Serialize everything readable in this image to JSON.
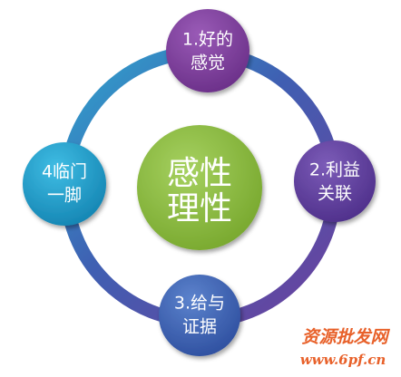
{
  "diagram": {
    "center": {
      "line1": "感性",
      "line2": "理性",
      "color": "#8DBB3E"
    },
    "nodes": [
      {
        "line1": "1.好的",
        "line2": "感觉",
        "color": "#7A3E97"
      },
      {
        "line1": "2.利益",
        "line2": "关联",
        "color": "#5E3F9A"
      },
      {
        "line1": "3.给与",
        "line2": "证据",
        "color": "#3D62B4"
      },
      {
        "line1": "4临门",
        "line2": "一脚",
        "color": "#1E9BC8"
      }
    ],
    "ring_colors": [
      "#7A3E97",
      "#3E6DB8",
      "#2E9AC8"
    ]
  },
  "watermark": {
    "line1": "资源批发网",
    "line2": "www.6pf.cn",
    "color": "#E8612A"
  }
}
